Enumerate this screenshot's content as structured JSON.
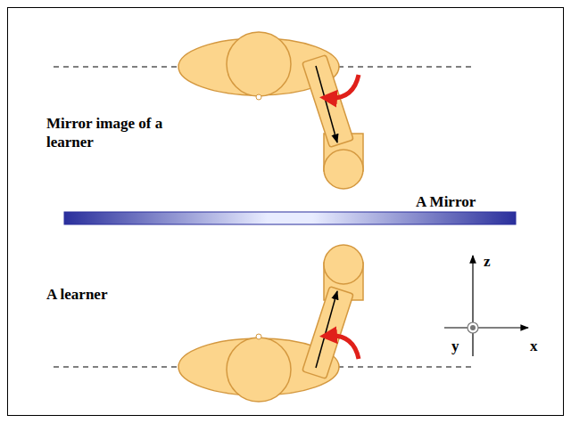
{
  "diagram": {
    "labels": [
      "Mirror image of a learner",
      "A Mirror",
      "A learner",
      "z",
      "x",
      "y"
    ]
  }
}
